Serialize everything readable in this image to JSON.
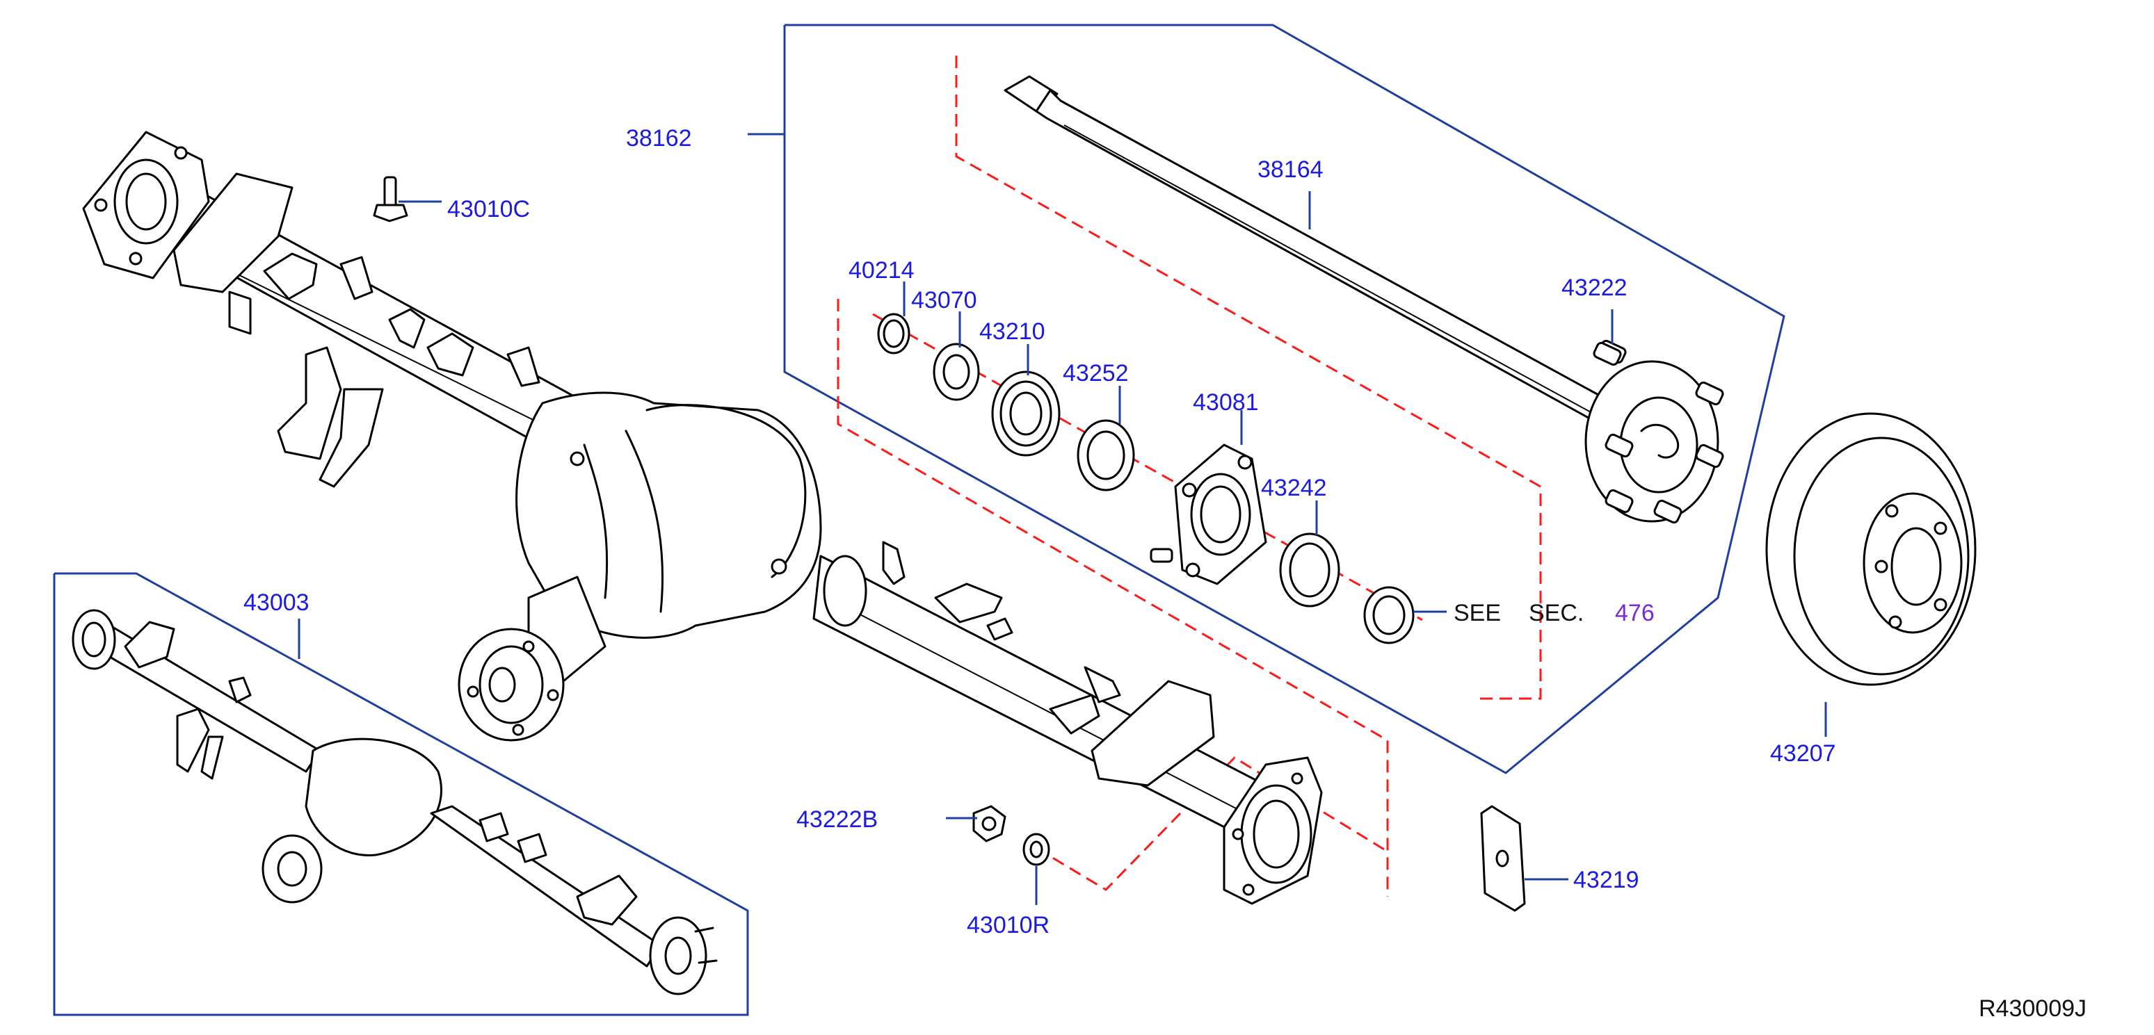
{
  "labels": {
    "p38162": "38162",
    "p38164": "38164",
    "p43010C": "43010C",
    "p40214": "40214",
    "p43070": "43070",
    "p43210": "43210",
    "p43252": "43252",
    "p43081": "43081",
    "p43222": "43222",
    "p43242": "43242",
    "p43003": "43003",
    "p43207": "43207",
    "p43222B": "43222B",
    "p43010R": "43010R",
    "p43219": "43219",
    "see": "SEE",
    "sec": "SEC.",
    "sec_num": "476",
    "ref_code": "R430009J"
  },
  "colors": {
    "label_blue": "#1a1ae0",
    "frame_blue": "#1f3fa0",
    "dashed_red": "#ff1a1a",
    "sec_purple": "#7a2bd6",
    "line_black": "#000000"
  }
}
